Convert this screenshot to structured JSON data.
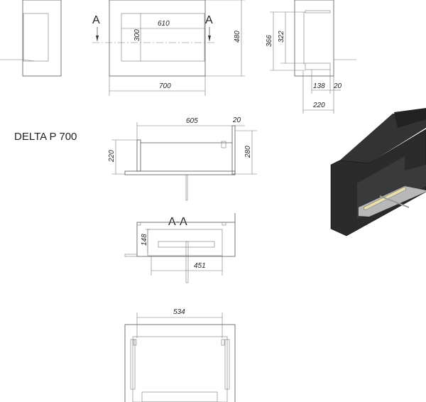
{
  "title": "DELTA P 700",
  "section_marker": "A",
  "section_label": "A-A",
  "dimensions": {
    "front_opening_width": "610",
    "front_opening_height": "300",
    "front_height": "480",
    "front_width": "700",
    "side_366": "366",
    "side_322": "322",
    "side_138": "138",
    "side_20": "20",
    "side_220": "220",
    "top_605": "605",
    "top_20": "20",
    "top_220": "220",
    "top_280": "280",
    "section_148": "148",
    "section_451": "451",
    "plan_534": "534"
  },
  "colors": {
    "line": "#555555",
    "body": "#2b2b2b",
    "tray": "#b8b8b8",
    "flame": "#e8dfae"
  }
}
